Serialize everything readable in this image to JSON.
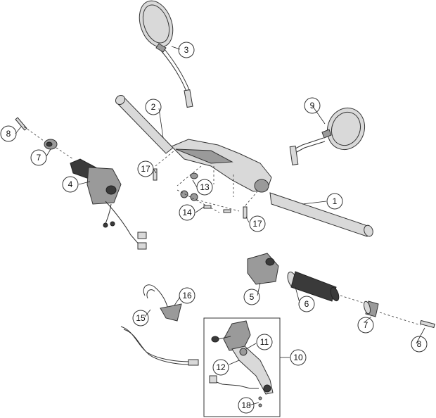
{
  "callouts": [
    {
      "id": "c1",
      "label": "1"
    },
    {
      "id": "c2",
      "label": "2"
    },
    {
      "id": "c3",
      "label": "3"
    },
    {
      "id": "c4",
      "label": "4"
    },
    {
      "id": "c5",
      "label": "5"
    },
    {
      "id": "c6",
      "label": "6"
    },
    {
      "id": "c7a",
      "label": "7"
    },
    {
      "id": "c7b",
      "label": "7"
    },
    {
      "id": "c8a",
      "label": "8"
    },
    {
      "id": "c8b",
      "label": "8"
    },
    {
      "id": "c9",
      "label": "9"
    },
    {
      "id": "c10",
      "label": "10"
    },
    {
      "id": "c11",
      "label": "11"
    },
    {
      "id": "c12",
      "label": "12"
    },
    {
      "id": "c13",
      "label": "13"
    },
    {
      "id": "c14",
      "label": "14"
    },
    {
      "id": "c15",
      "label": "15"
    },
    {
      "id": "c16",
      "label": "16"
    },
    {
      "id": "c17a",
      "label": "17"
    },
    {
      "id": "c17b",
      "label": "17"
    },
    {
      "id": "c18",
      "label": "18"
    }
  ]
}
